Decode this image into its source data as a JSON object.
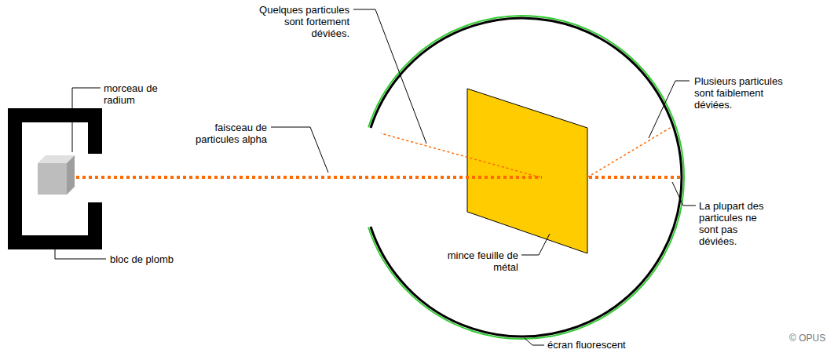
{
  "diagram": {
    "labels": [
      "morceau de radium",
      "bloc de plomb",
      "faisceau de particules alpha",
      "Quelques particules sont fortement déviées.",
      "Plusieurs particules sont faiblement déviées.",
      "La plupart des particules ne sont pas déviées.",
      "mince feuille de métal",
      "écran fluorescent",
      "© OPUS"
    ]
  }
}
